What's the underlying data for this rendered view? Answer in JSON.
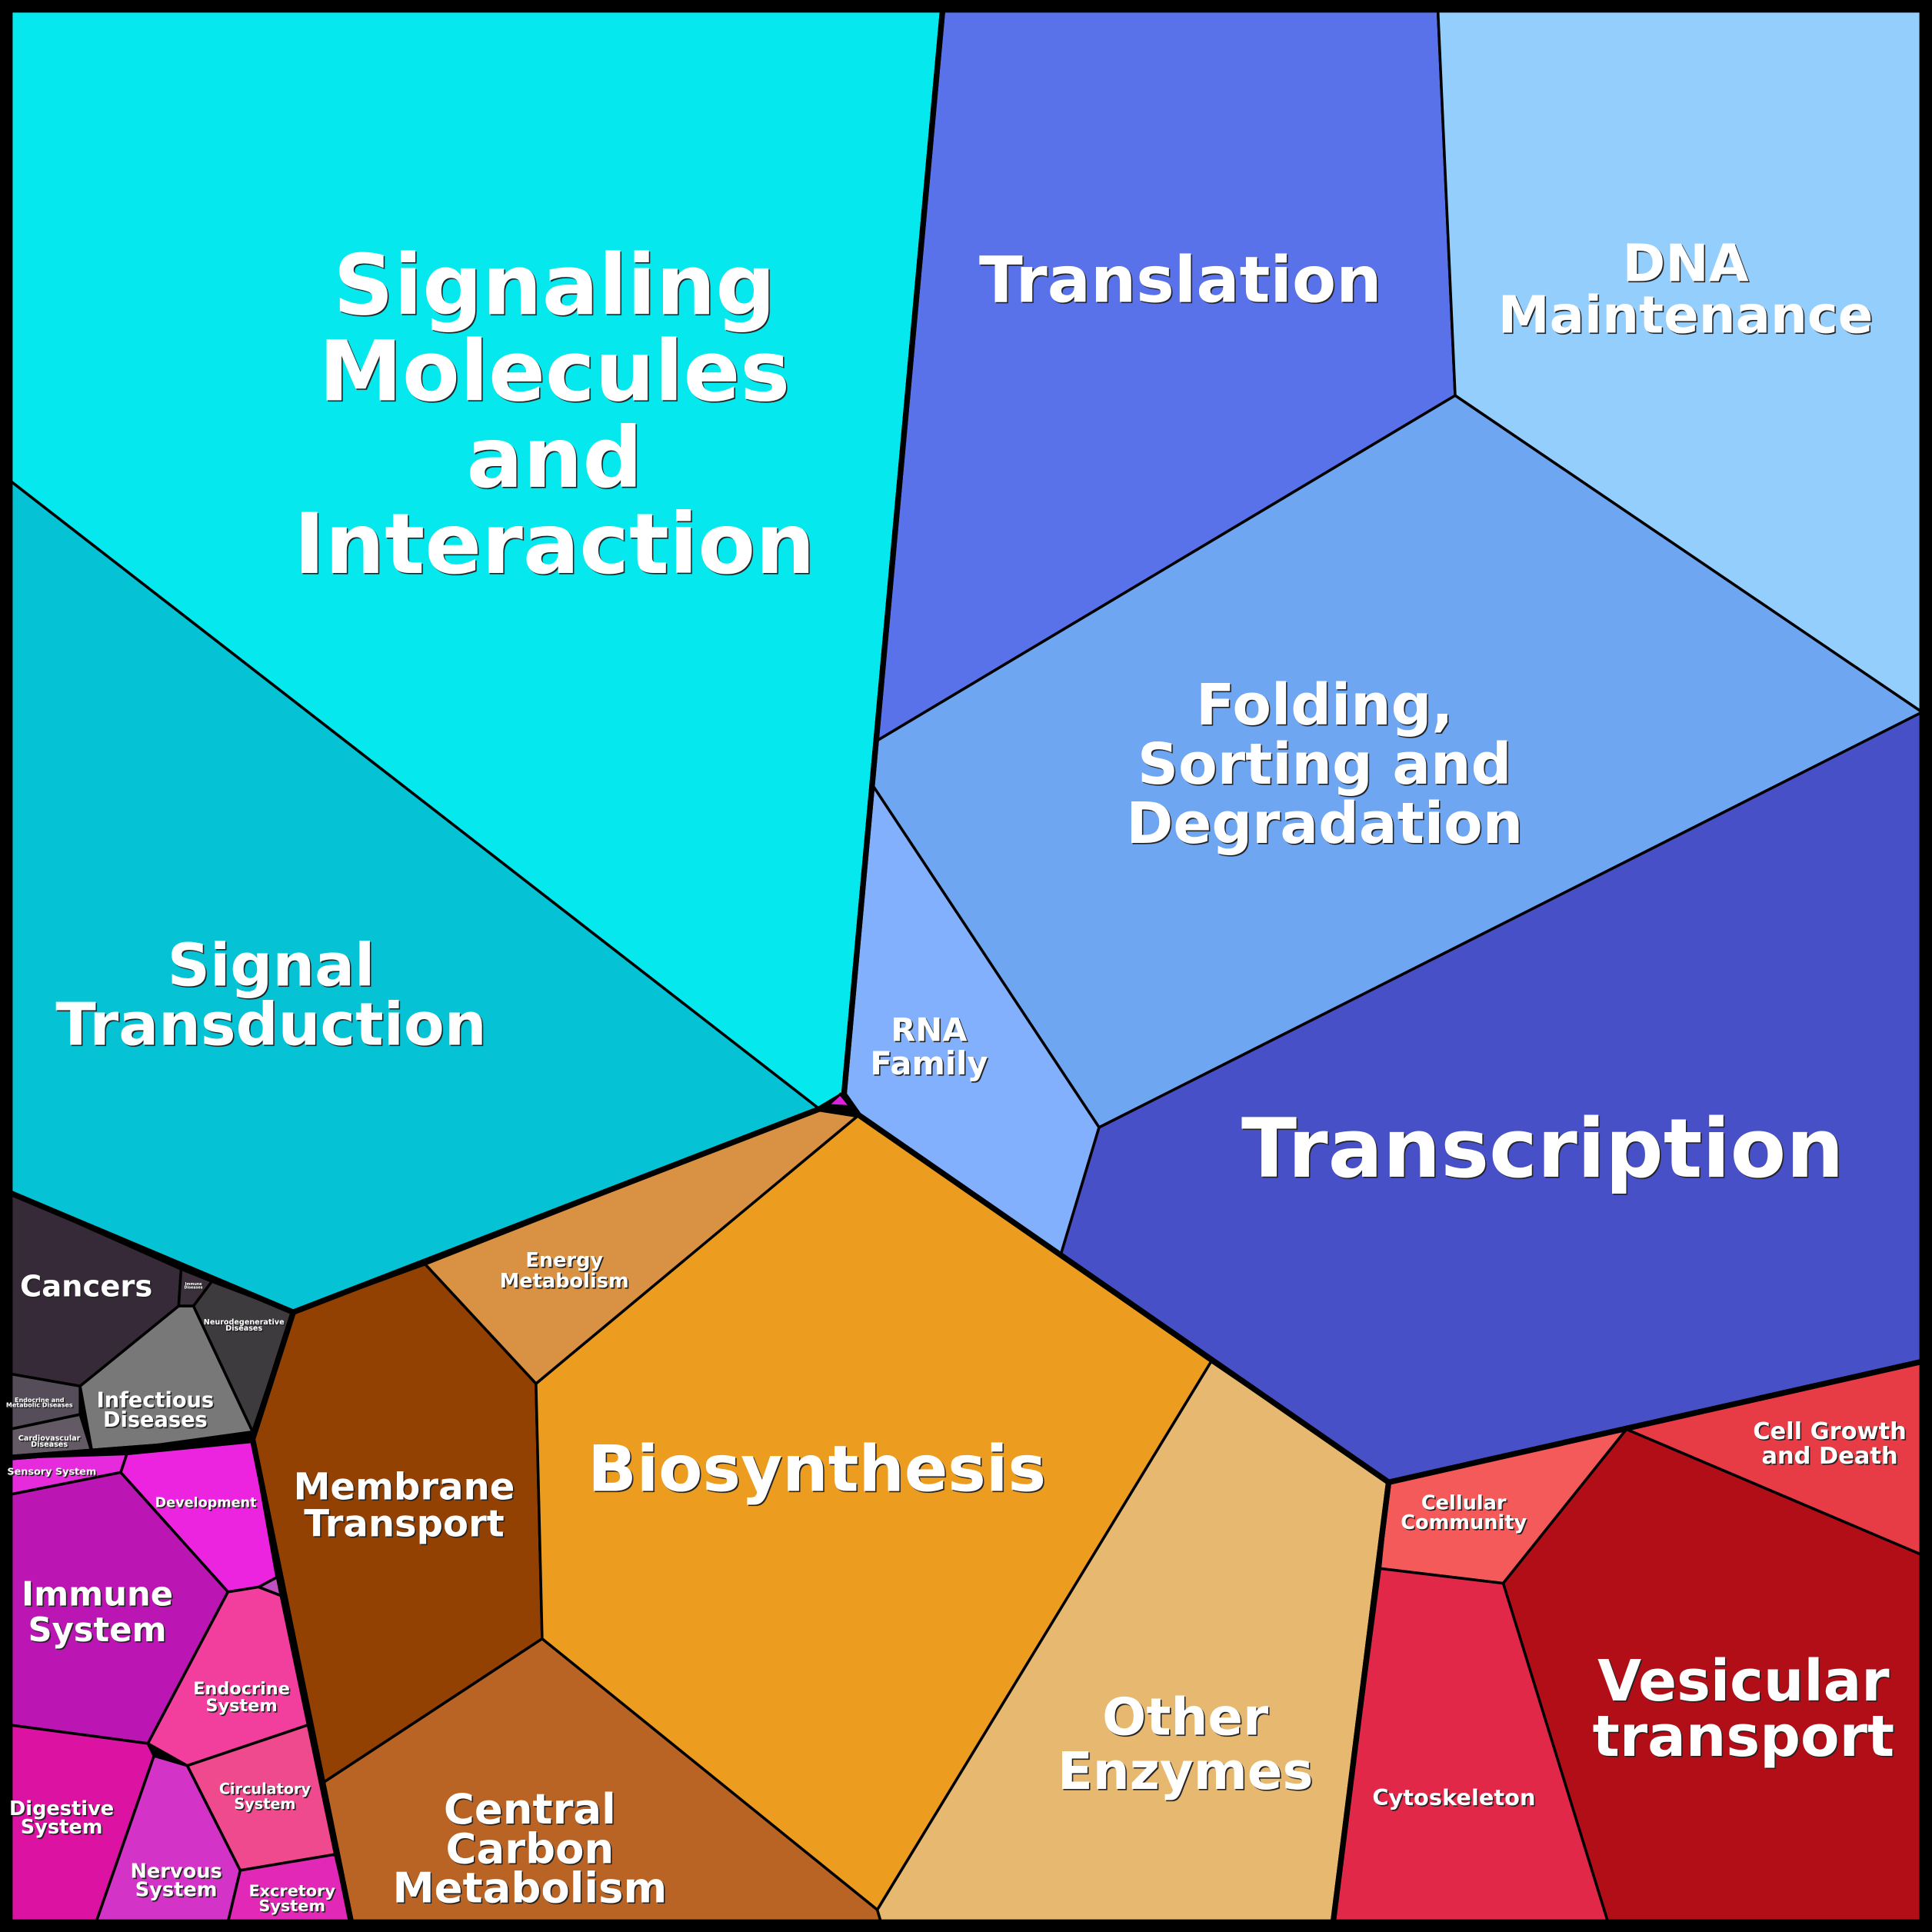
{
  "title": "Voronoi treemap of functional categories",
  "cells": [
    {
      "id": "signaling-molecules",
      "group": "environmental",
      "lines": [
        "Signaling",
        "Molecules",
        "and",
        "Interaction"
      ],
      "color": "#05e8ee"
    },
    {
      "id": "signal-transduction",
      "group": "environmental",
      "lines": [
        "Signal",
        "Transduction"
      ],
      "color": "#05c3d4"
    },
    {
      "id": "translation",
      "group": "genetic",
      "lines": [
        "Translation"
      ],
      "color": "#5a72e9"
    },
    {
      "id": "dna-maintenance",
      "group": "genetic",
      "lines": [
        "DNA",
        "Maintenance"
      ],
      "color": "#94cefc"
    },
    {
      "id": "folding",
      "group": "genetic",
      "lines": [
        "Folding,",
        "Sorting and",
        "Degradation"
      ],
      "color": "#6fa6f2"
    },
    {
      "id": "rna-family",
      "group": "genetic",
      "lines": [
        "RNA",
        "Family"
      ],
      "color": "#82b0fd"
    },
    {
      "id": "transcription",
      "group": "genetic",
      "lines": [
        "Transcription"
      ],
      "color": "#4850c8"
    },
    {
      "id": "energy-metabolism",
      "group": "metabolism",
      "lines": [
        "Energy",
        "Metabolism"
      ],
      "color": "#d99144"
    },
    {
      "id": "membrane-transport",
      "group": "metabolism",
      "lines": [
        "Membrane",
        "Transport"
      ],
      "color": "#934003"
    },
    {
      "id": "biosynthesis",
      "group": "metabolism",
      "lines": [
        "Biosynthesis"
      ],
      "color": "#ec9c1f"
    },
    {
      "id": "central-carbon",
      "group": "metabolism",
      "lines": [
        "Central",
        "Carbon",
        "Metabolism"
      ],
      "color": "#b96424"
    },
    {
      "id": "other-enzymes",
      "group": "metabolism",
      "lines": [
        "Other",
        "Enzymes"
      ],
      "color": "#e6b870"
    },
    {
      "id": "cellular-community",
      "group": "cellular",
      "lines": [
        "Cellular",
        "Community"
      ],
      "color": "#f55a5a"
    },
    {
      "id": "cell-growth",
      "group": "cellular",
      "lines": [
        "Cell Growth",
        "and Death"
      ],
      "color": "#e73c45"
    },
    {
      "id": "vesicular-transport",
      "group": "cellular",
      "lines": [
        "Vesicular",
        "transport"
      ],
      "color": "#b20e18"
    },
    {
      "id": "cytoskeleton",
      "group": "cellular",
      "lines": [
        "Cytoskeleton"
      ],
      "color": "#e22848"
    },
    {
      "id": "cancers",
      "group": "diseases",
      "lines": [
        "Cancers"
      ],
      "color": "#372a38"
    },
    {
      "id": "immune-diseases",
      "group": "diseases",
      "lines": [
        "Immune",
        "Diseases"
      ],
      "color": "#3a2f3a"
    },
    {
      "id": "neurodegenerative",
      "group": "diseases",
      "lines": [
        "Neurodegenerative",
        "Diseases"
      ],
      "color": "#3d3b3d"
    },
    {
      "id": "infectious",
      "group": "diseases",
      "lines": [
        "Infectious",
        "Diseases"
      ],
      "color": "#787878"
    },
    {
      "id": "endocrine-metabolic",
      "group": "diseases",
      "lines": [
        "Endocrine and",
        "Metabolic Diseases"
      ],
      "color": "#564d5a"
    },
    {
      "id": "cardiovascular",
      "group": "diseases",
      "lines": [
        "Cardiovascular",
        "Diseases"
      ],
      "color": "#645a66"
    },
    {
      "id": "sensory-system",
      "group": "organismal",
      "lines": [
        "Sensory System"
      ],
      "color": "#e62bdd"
    },
    {
      "id": "development",
      "group": "organismal",
      "lines": [
        "Development"
      ],
      "color": "#ec24e0"
    },
    {
      "id": "immune-system",
      "group": "organismal",
      "lines": [
        "Immune",
        "System"
      ],
      "color": "#bb16b3"
    },
    {
      "id": "endocrine-system",
      "group": "organismal",
      "lines": [
        "Endocrine",
        "System"
      ],
      "color": "#f23e9c"
    },
    {
      "id": "adaptation",
      "group": "organismal",
      "lines": [],
      "color": "#c050c0"
    },
    {
      "id": "digestive-system",
      "group": "organismal",
      "lines": [
        "Digestive",
        "System"
      ],
      "color": "#db12a2"
    },
    {
      "id": "nervous-system",
      "group": "organismal",
      "lines": [
        "Nervous",
        "System"
      ],
      "color": "#d433c8"
    },
    {
      "id": "circulatory-system",
      "group": "organismal",
      "lines": [
        "Circulatory",
        "System"
      ],
      "color": "#f04a8f"
    },
    {
      "id": "excretory-system",
      "group": "organismal",
      "lines": [
        "Excretory",
        "System"
      ],
      "color": "#e228b6"
    }
  ]
}
